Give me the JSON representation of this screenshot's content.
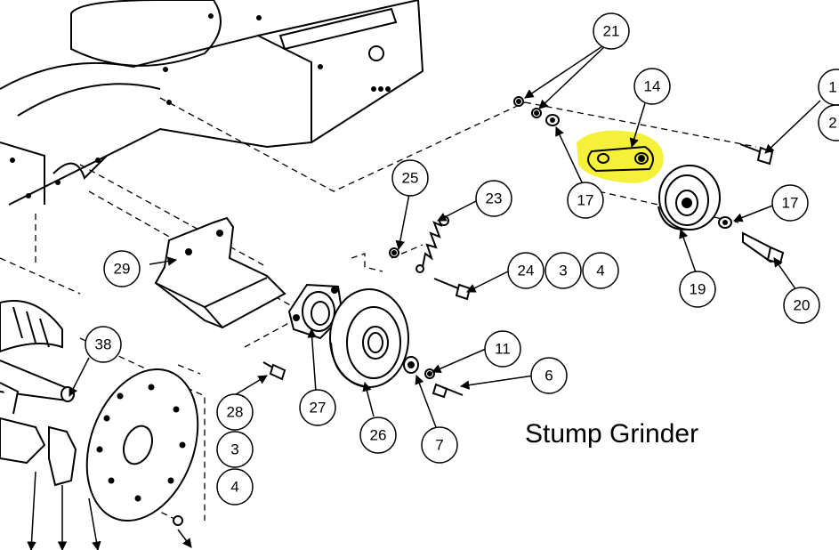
{
  "title": "Stump Grinder",
  "highlight_color": "#f5f03a",
  "line_color": "#000000",
  "callouts": {
    "c21": "21",
    "c14": "14",
    "c1": "1",
    "c2": "2",
    "c17a": "17",
    "c17b": "17",
    "c19": "19",
    "c20": "20",
    "c25": "25",
    "c23": "23",
    "c24": "24",
    "c3a": "3",
    "c4a": "4",
    "c29": "29",
    "c38": "38",
    "c11": "11",
    "c6": "6",
    "c27": "27",
    "c26": "26",
    "c7": "7",
    "c28": "28",
    "c3b": "3",
    "c4b": "4"
  },
  "highlighted_part": "14"
}
